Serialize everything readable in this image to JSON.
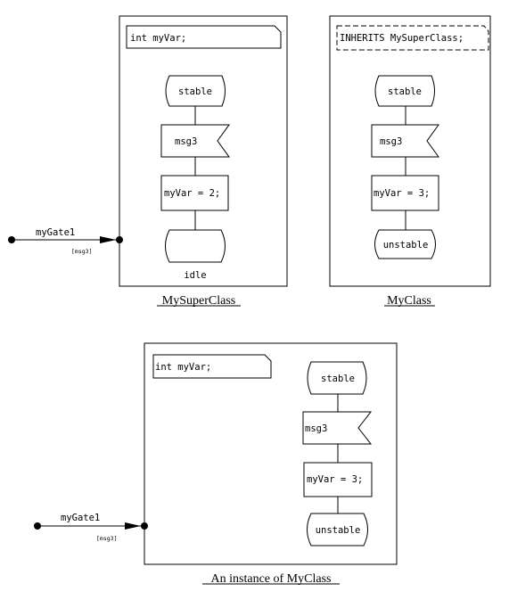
{
  "super_class": {
    "declaration": "int  myVar;",
    "state_start": "stable",
    "signal": "msg3",
    "task": "myVar = 2;",
    "state_end_label": "idle",
    "caption": "MySuperClass",
    "gate": {
      "name": "myGate1",
      "signals": "[msg3]"
    }
  },
  "my_class": {
    "inherits": "INHERITS MySuperClass;",
    "state_start": "stable",
    "signal": "msg3",
    "task": "myVar = 3;",
    "state_end": "unstable",
    "caption": "MyClass"
  },
  "instance": {
    "declaration": "int  myVar;",
    "state_start": "stable",
    "signal": "msg3",
    "task": "myVar = 3;",
    "state_end": "unstable",
    "caption": "An instance of MyClass",
    "gate": {
      "name": "myGate1",
      "signals": "[msg3]"
    }
  }
}
